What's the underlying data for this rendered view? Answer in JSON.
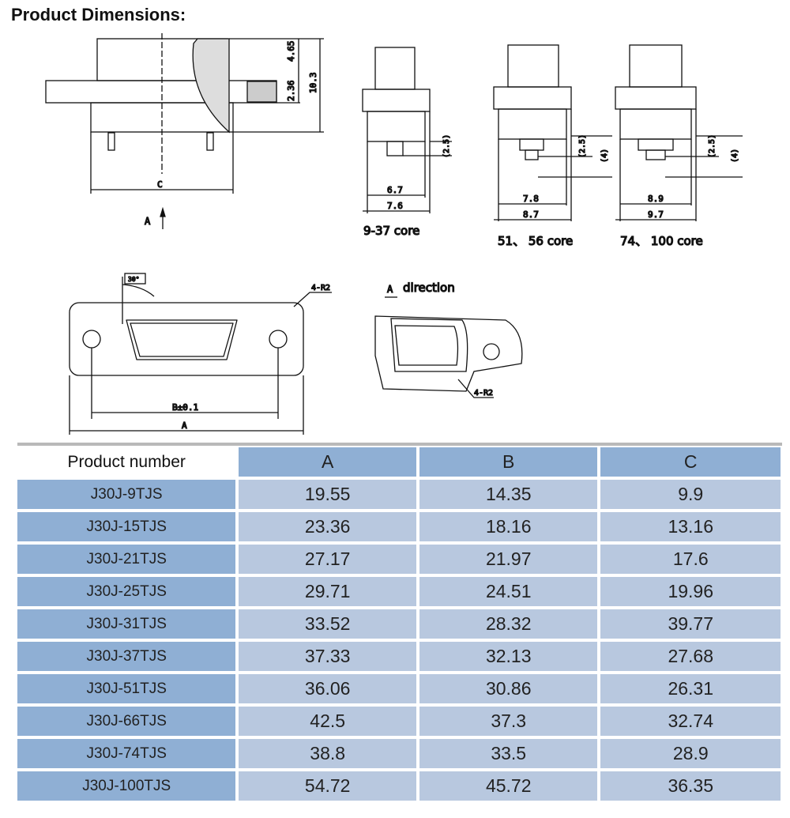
{
  "title": "Product Dimensions:",
  "drawings": {
    "side": {
      "dim1": "4.65",
      "dim2": "2.36",
      "dim3": "10.3",
      "c": "C",
      "a": "A"
    },
    "v9": {
      "d1": "6.7",
      "d2": "7.6",
      "p": "(2.5)",
      "caption": "9-37 core"
    },
    "v51": {
      "d1": "7.8",
      "d2": "8.7",
      "p": "(2.5)",
      "h": "(4)",
      "caption": "51、 56 core"
    },
    "v74": {
      "d1": "8.9",
      "d2": "9.7",
      "p": "(2.5)",
      "h": "(4)",
      "caption": "74、 100 core"
    },
    "front": {
      "angle": "30°",
      "r": "4-R2",
      "b": "B±0.1",
      "a": "A"
    },
    "dir": {
      "a": "A",
      "label": "direction",
      "r": "4-R2"
    }
  },
  "table": {
    "headers": [
      "Product number",
      "A",
      "B",
      "C"
    ],
    "rows": [
      [
        "J30J-9TJS",
        "19.55",
        "14.35",
        "9.9"
      ],
      [
        "J30J-15TJS",
        "23.36",
        "18.16",
        "13.16"
      ],
      [
        "J30J-21TJS",
        "27.17",
        "21.97",
        "17.6"
      ],
      [
        "J30J-25TJS",
        "29.71",
        "24.51",
        "19.96"
      ],
      [
        "J30J-31TJS",
        "33.52",
        "28.32",
        "39.77"
      ],
      [
        "J30J-37TJS",
        "37.33",
        "32.13",
        "27.68"
      ],
      [
        "J30J-51TJS",
        "36.06",
        "30.86",
        "26.31"
      ],
      [
        "J30J-66TJS",
        "42.5",
        "37.3",
        "32.74"
      ],
      [
        "J30J-74TJS",
        "38.8",
        "33.5",
        "28.9"
      ],
      [
        "J30J-100TJS",
        "54.72",
        "45.72",
        "36.35"
      ]
    ]
  }
}
